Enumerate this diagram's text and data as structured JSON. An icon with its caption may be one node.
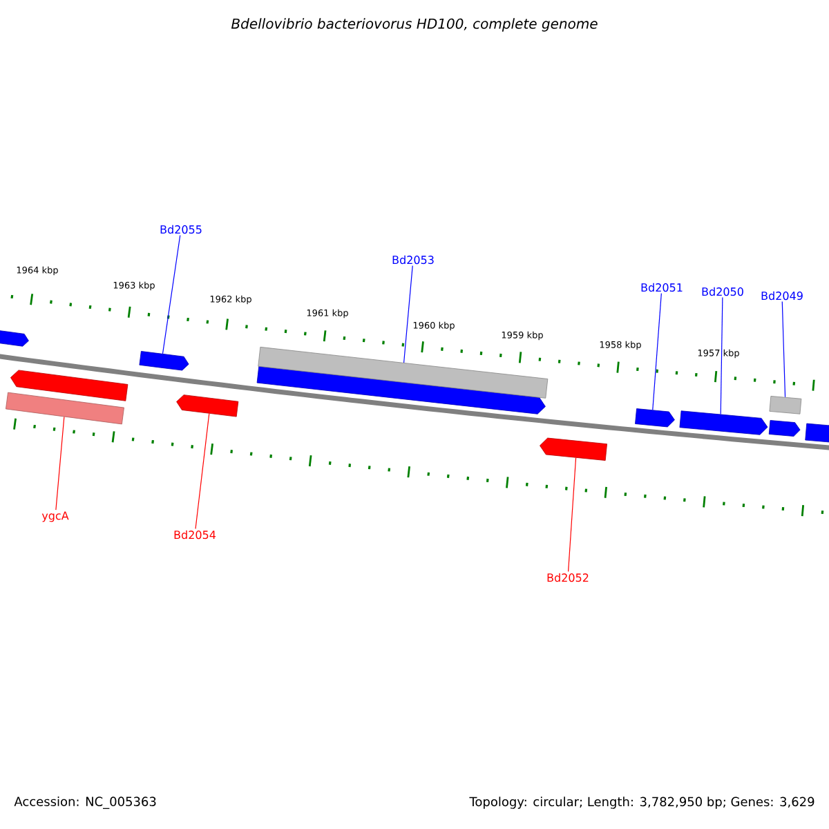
{
  "diagram": {
    "title": "Bdellovibrio bacteriovorus HD100, complete genome",
    "nodes": [
      {
        "text": [
          "Bd2055"
        ]
      },
      {
        "text": [
          "Bd2053"
        ]
      },
      {
        "text": [
          "Bd2051"
        ]
      },
      {
        "text": [
          "Bd2050"
        ]
      },
      {
        "text": [
          "Bd2049"
        ]
      },
      {
        "text": [
          "ygcA"
        ]
      },
      {
        "text": [
          "Bd2054"
        ]
      },
      {
        "text": [
          "Bd2052"
        ]
      },
      {
        "text": [],
        "shape": "pentagon"
      },
      {
        "text": [],
        "shape": "bar"
      },
      {
        "text": [],
        "shape": "pentagon"
      },
      {
        "text": [],
        "shape": "pentagon"
      },
      {
        "text": [],
        "shape": "pentagon"
      },
      {
        "text": [],
        "shape": "pentagon"
      },
      {
        "text": [],
        "shape": "bar"
      },
      {
        "text": [],
        "shape": "pentagon"
      },
      {
        "text": [],
        "shape": "pentagon"
      },
      {
        "text": [],
        "shape": "pentagon"
      },
      {
        "text": [],
        "shape": "pentagon"
      },
      {
        "text": [],
        "shape": "bar"
      },
      {
        "text": [],
        "shape": "pentagon"
      }
    ],
    "edges": [
      {
        "from": 0,
        "to": 11,
        "arrow": "none"
      },
      {
        "from": 1,
        "to": 14,
        "arrow": "none"
      },
      {
        "from": 2,
        "to": 16,
        "arrow": "none"
      },
      {
        "from": 3,
        "to": 17,
        "arrow": "none"
      },
      {
        "from": 4,
        "to": 19,
        "arrow": "none"
      },
      {
        "from": 5,
        "to": 9,
        "arrow": "none",
        "color": "#ff0000"
      },
      {
        "from": 6,
        "to": 12,
        "arrow": "none",
        "color": "#ff0000"
      },
      {
        "from": 7,
        "to": 15,
        "arrow": "none",
        "color": "#ff0000"
      }
    ],
    "labels": [
      "1964 kbp",
      "1963 kbp",
      "1962 kbp",
      "1961 kbp",
      "1960 kbp",
      "1959 kbp",
      "1958 kbp",
      "1957 kbp",
      "Accession: NC_005363",
      "Topology: circular; Length: 3,782,950 bp; Genes: 3,629"
    ]
  }
}
